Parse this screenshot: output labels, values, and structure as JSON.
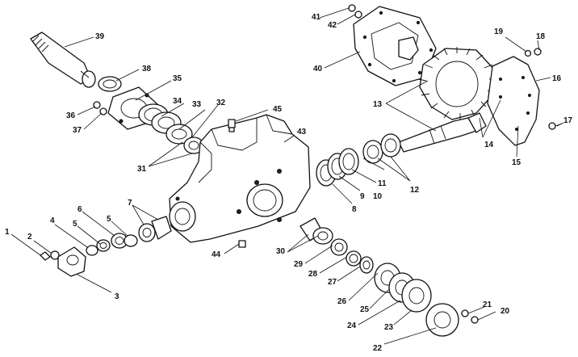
{
  "labels": [
    "1",
    "2",
    "3",
    "4",
    "5",
    "5",
    "6",
    "7",
    "8",
    "9",
    "10",
    "11",
    "12",
    "13",
    "14",
    "15",
    "16",
    "17",
    "18",
    "19",
    "20",
    "21",
    "22",
    "23",
    "24",
    "25",
    "26",
    "27",
    "28",
    "29",
    "30",
    "31",
    "32",
    "33",
    "34",
    "35",
    "36",
    "37",
    "38",
    "39",
    "40",
    "41",
    "42",
    "43",
    "44",
    "45"
  ]
}
